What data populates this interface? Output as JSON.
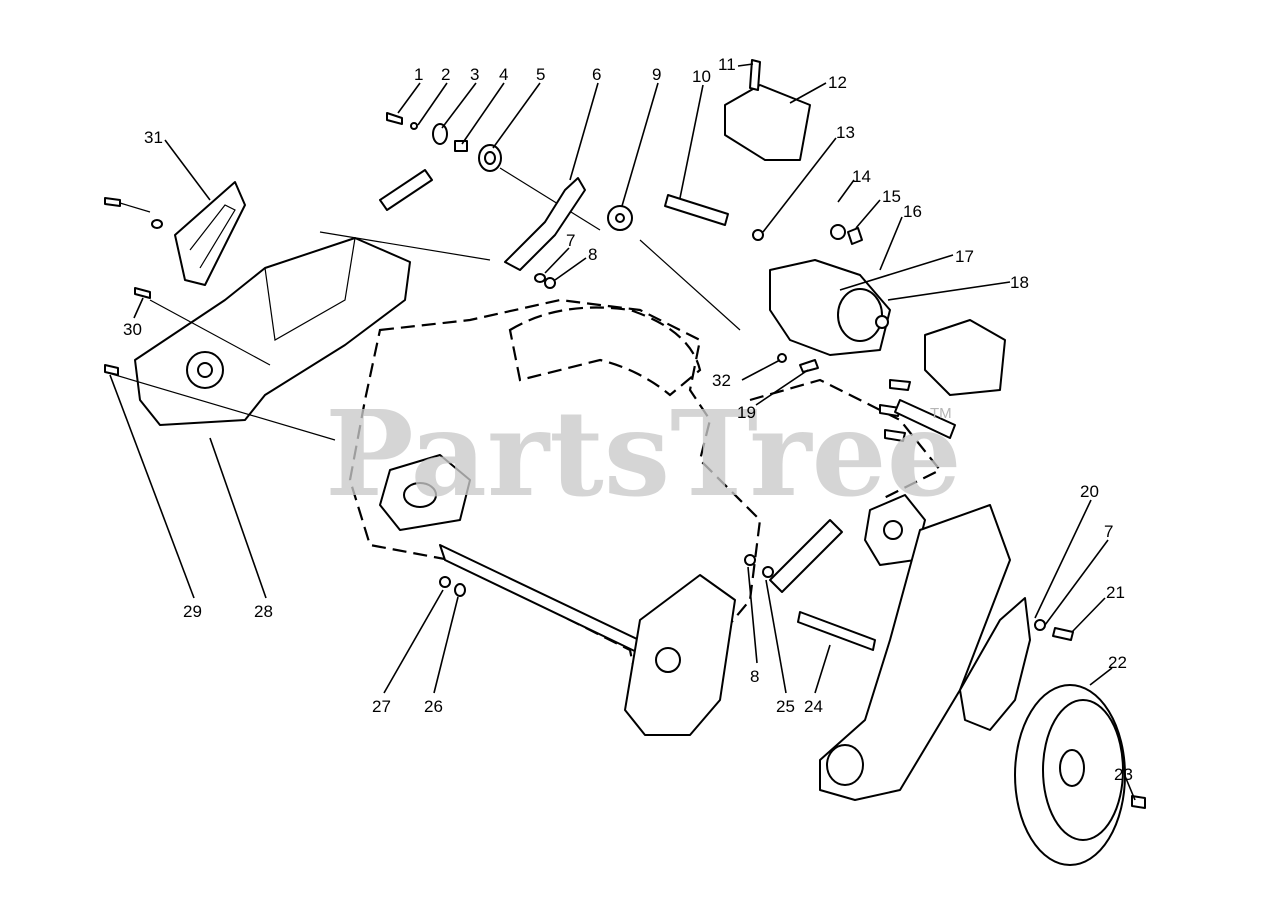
{
  "watermark": {
    "text": "PartsTree",
    "trademark": "TM"
  },
  "callouts": [
    {
      "id": "c1",
      "label": "1"
    },
    {
      "id": "c2",
      "label": "2"
    },
    {
      "id": "c3",
      "label": "3"
    },
    {
      "id": "c4",
      "label": "4"
    },
    {
      "id": "c5",
      "label": "5"
    },
    {
      "id": "c6",
      "label": "6"
    },
    {
      "id": "c7a",
      "label": "7"
    },
    {
      "id": "c8a",
      "label": "8"
    },
    {
      "id": "c9",
      "label": "9"
    },
    {
      "id": "c10",
      "label": "10"
    },
    {
      "id": "c11",
      "label": "11"
    },
    {
      "id": "c12",
      "label": "12"
    },
    {
      "id": "c13",
      "label": "13"
    },
    {
      "id": "c14",
      "label": "14"
    },
    {
      "id": "c15",
      "label": "15"
    },
    {
      "id": "c16",
      "label": "16"
    },
    {
      "id": "c17",
      "label": "17"
    },
    {
      "id": "c18",
      "label": "18"
    },
    {
      "id": "c19",
      "label": "19"
    },
    {
      "id": "c20",
      "label": "20"
    },
    {
      "id": "c7b",
      "label": "7"
    },
    {
      "id": "c21",
      "label": "21"
    },
    {
      "id": "c22",
      "label": "22"
    },
    {
      "id": "c23",
      "label": "23"
    },
    {
      "id": "c24",
      "label": "24"
    },
    {
      "id": "c25",
      "label": "25"
    },
    {
      "id": "c8b",
      "label": "8"
    },
    {
      "id": "c26",
      "label": "26"
    },
    {
      "id": "c27",
      "label": "27"
    },
    {
      "id": "c28",
      "label": "28"
    },
    {
      "id": "c29",
      "label": "29"
    },
    {
      "id": "c30",
      "label": "30"
    },
    {
      "id": "c31",
      "label": "31"
    },
    {
      "id": "c32",
      "label": "32"
    }
  ]
}
